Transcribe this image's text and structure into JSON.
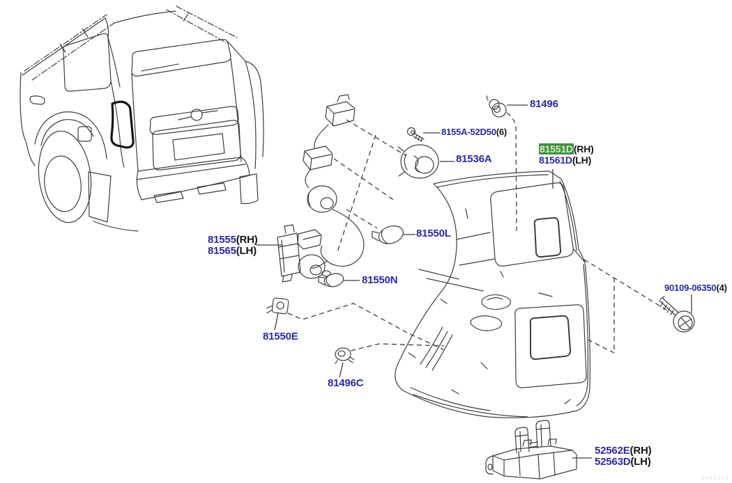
{
  "labels": {
    "p81496": {
      "part": "81496",
      "suffix": ""
    },
    "p8155A": {
      "part": "8155A-52D50",
      "suffix": "(6)"
    },
    "p81536A": {
      "part": "81536A",
      "suffix": ""
    },
    "p81551D": {
      "part": "81551D",
      "suffix": "(RH)",
      "highlighted": true
    },
    "p81561D": {
      "part": "81561D",
      "suffix": "(LH)"
    },
    "p81555": {
      "part": "81555",
      "suffix": "(RH)"
    },
    "p81565": {
      "part": "81565",
      "suffix": "(LH)"
    },
    "p81550L": {
      "part": "81550L",
      "suffix": ""
    },
    "p81550N": {
      "part": "81550N",
      "suffix": ""
    },
    "p81550E": {
      "part": "81550E",
      "suffix": ""
    },
    "p81496C": {
      "part": "81496C",
      "suffix": ""
    },
    "p90109": {
      "part": "90109-06350",
      "suffix": "(4)"
    },
    "p52562E": {
      "part": "52562E",
      "suffix": "(RH)"
    },
    "p52563D": {
      "part": "52563D",
      "suffix": "(LH)"
    }
  },
  "colors": {
    "part_number_blue": "#2a28a8",
    "suffix_black": "#141414",
    "highlight_green_bg": "#3f9140",
    "highlight_text": "#d6eec6",
    "line_gray": "#3d3d3d",
    "background": "#ffffff"
  },
  "icon_names": [
    "push-nut-icon",
    "screw-icon",
    "bulb-socket-icon",
    "bulb-icon",
    "grommet-clip-icon",
    "push-clip-icon",
    "tapping-screw-icon",
    "vehicle-rear-view",
    "tail-lamp-lens",
    "wire-harness-drawing",
    "mounting-bracket-drawing"
  ],
  "watermark": "8483110"
}
